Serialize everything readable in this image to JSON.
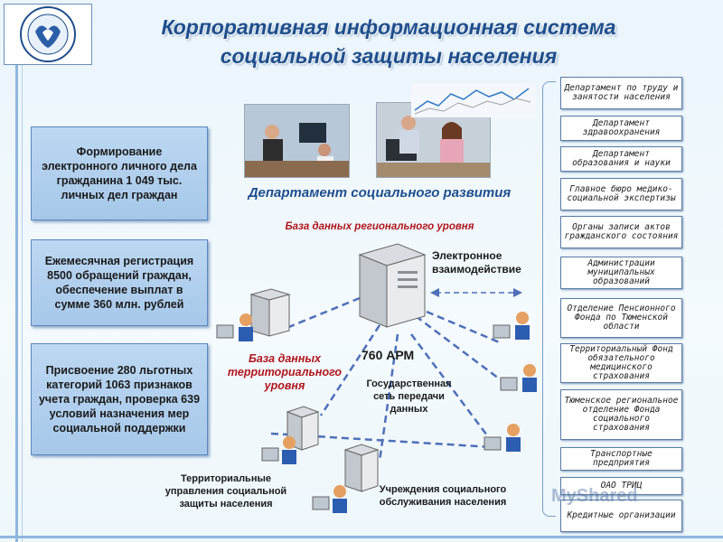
{
  "title": {
    "line1": "Корпоративная информационная система",
    "line2": "социальной защиты населения"
  },
  "left_boxes": [
    "Формирование электронного личного дела гражданина 1 049 тыс. личных дел граждан",
    "Ежемесячная регистрация 8500 обращений граждан, обеспечение выплат в сумме 360 млн. рублей",
    "Присвоение 280 льготных категорий 1063 признаков учета граждан, проверка 639 условий назначения мер социальной поддержки"
  ],
  "center": {
    "dept_title": "Департамент социального развития",
    "dept_subtitle": "База данных регионального уровня",
    "electronic": "Электронное взаимодействие",
    "apm": "760 АРМ",
    "db_territorial": "База данных территориального уровня",
    "gov_network": "Государственная сеть передачи данных",
    "territorial_units": "Территориальные управления социальной защиты населения",
    "institutions": "Учреждения социального обслуживания населения"
  },
  "right_boxes": [
    "Департамент по труду и занятости населения",
    "Департамент здравоохранения",
    "Департамент образования и науки",
    "Главное бюро медико-социальной экспертизы",
    "Органы записи актов гражданского состояния",
    "Администрации муниципальных образований",
    "Отделение Пенсионного Фонда по Тюменской области",
    "Территориальный Фонд обязательного медицинского страхования",
    "Тюменское региональное отделение Фонда социального страхования",
    "Транспортные предприятия",
    "ОАО ТРИЦ",
    "Кредитные организации"
  ],
  "watermark": "MyShared",
  "colors": {
    "title": "#1f4e8c",
    "accent_red": "#b0161c",
    "box_fill": "#b3d0ee",
    "line": "#4f6fb8"
  }
}
